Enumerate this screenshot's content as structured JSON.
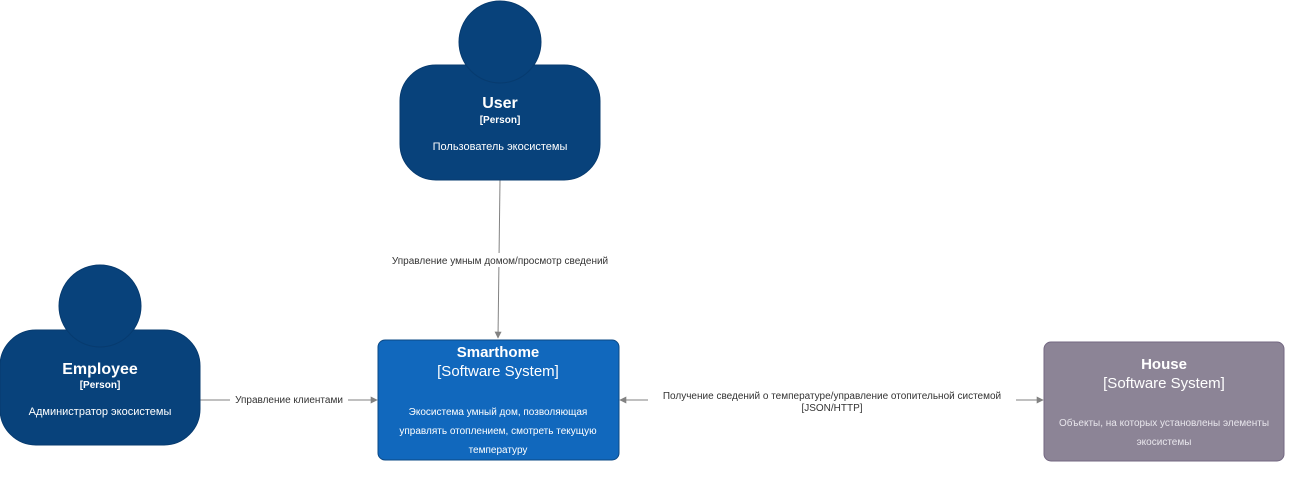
{
  "colors": {
    "person": "#08427b",
    "person_stroke": "#073b6f",
    "system": "#1168bd",
    "system_stroke": "#0b4884",
    "external": "#8c8496",
    "external_stroke": "#736782",
    "edge": "#828282",
    "text_light": "#ffffff"
  },
  "nodes": {
    "user": {
      "name": "User",
      "type": "[Person]",
      "description": "Пользователь экосистемы"
    },
    "employee": {
      "name": "Employee",
      "type": "[Person]",
      "description": "Администратор экосистемы"
    },
    "smarthome": {
      "name": "Smarthome",
      "type": "[Software System]",
      "description_lines": [
        "Экосистема умный дом, позволяющая",
        "управлять отоплением, смотреть текущую",
        "температуру"
      ]
    },
    "house": {
      "name": "House",
      "type": "[Software System]",
      "description_lines": [
        "Объекты, на которых установлены элементы",
        "экосистемы"
      ]
    }
  },
  "edges": {
    "user_to_smarthome": {
      "label": "Управление умным домом/просмотр сведений"
    },
    "employee_to_smarthome": {
      "label": "Управление клиентами"
    },
    "smarthome_house": {
      "label": "Получение сведений о температуре/управление отопительной системой",
      "technology": "[JSON/HTTP]"
    }
  }
}
